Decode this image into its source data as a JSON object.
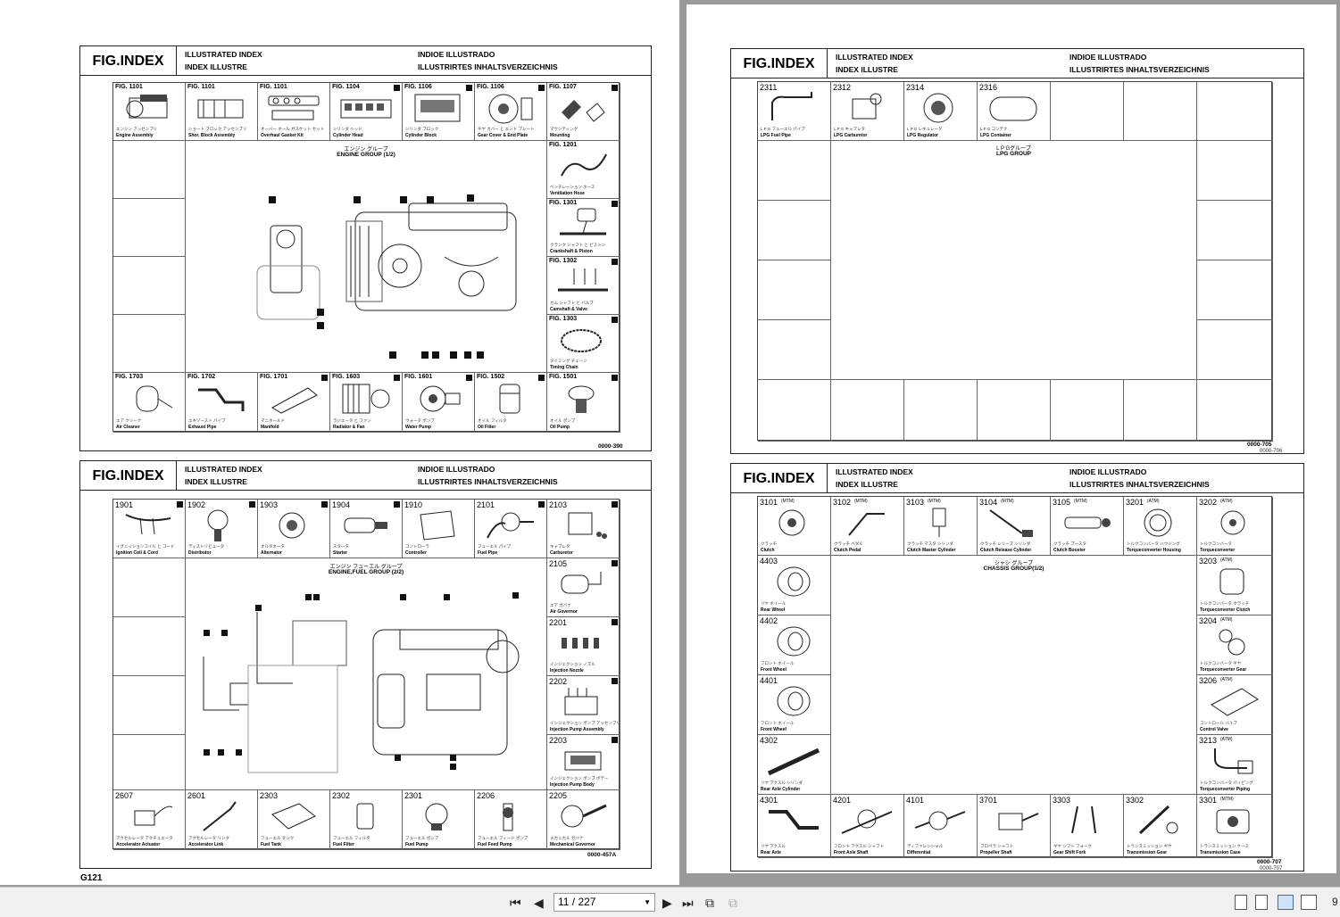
{
  "header": {
    "fig": "FIG.INDEX",
    "l1": "ILLUSTRATED INDEX",
    "l2": "INDEX ILLUSTRE",
    "r1": "INDIOE ILLUSTRADO",
    "r2": "ILLUSTRIRTES INHALTSVERZEICHNIS"
  },
  "sheet1": {
    "top": [
      {
        "num": "FIG. 1101",
        "jp": "エンジン アッセンブリ",
        "en": "Engine Assembly"
      },
      {
        "num": "FIG. 1101",
        "jp": "ショート ブロック アッセンブリ",
        "en": "Shor. Block Assembly"
      },
      {
        "num": "FIG. 1101",
        "jp": "オーバー ホール ガスケット セット",
        "en": "Overhaul Gasket Kit"
      },
      {
        "num": "FIG. 1104",
        "jp": "シリンダ ヘッド",
        "en": "Cylinder Head"
      },
      {
        "num": "FIG. 1106",
        "jp": "シリンダ ブロック",
        "en": "Cylinder Block"
      },
      {
        "num": "FIG. 1106",
        "jp": "ギヤ カバー と エンド プレート",
        "en": "Gear Cover & End Plate"
      },
      {
        "num": "FIG. 1107",
        "jp": "マウンティング",
        "en": "Mounting"
      }
    ],
    "right": [
      {
        "num": "FIG. 1201",
        "jp": "ベンチレーション ホース",
        "en": "Ventilation Hose"
      },
      {
        "num": "FIG. 1301",
        "jp": "クランク シャフト と ピストン",
        "en": "Crankshaft & Piston"
      },
      {
        "num": "FIG. 1302",
        "jp": "カム シャフト と バルブ",
        "en": "Camshaft & Valve"
      },
      {
        "num": "FIG. 1303",
        "jp": "タイミング チェーン",
        "en": "Timing Chain"
      }
    ],
    "bottom": [
      {
        "num": "FIG. 1703",
        "jp": "エア クリーナ",
        "en": "Air Cleaner"
      },
      {
        "num": "FIG. 1702",
        "jp": "エキゾースト パイプ",
        "en": "Exhaust Pipe"
      },
      {
        "num": "FIG. 1701",
        "jp": "マニホールド",
        "en": "Manifold"
      },
      {
        "num": "FIG. 1603",
        "jp": "ラジエータ と ファン",
        "en": "Radiator & Fan"
      },
      {
        "num": "FIG. 1601",
        "jp": "ウォータ ポンプ",
        "en": "Water Pump"
      },
      {
        "num": "FIG. 1502",
        "jp": "オイル フィルタ",
        "en": "Oil Filter"
      },
      {
        "num": "FIG. 1501",
        "jp": "オイル ポンプ",
        "en": "Oil Pump"
      }
    ],
    "center_jp": "エンジン グループ",
    "center_en": "ENGINE GROUP (1/2)",
    "code": "0000-390"
  },
  "sheet2": {
    "top": [
      {
        "num": "1901",
        "jp": "イグニッションコイル と コード",
        "en": "Ignition Coil & Cord"
      },
      {
        "num": "1902",
        "jp": "ディストリビュータ",
        "en": "Distributor"
      },
      {
        "num": "1903",
        "jp": "オルタネータ",
        "en": "Alternator"
      },
      {
        "num": "1904",
        "jp": "スタータ",
        "en": "Starter"
      },
      {
        "num": "1910",
        "jp": "コントローラ",
        "en": "Controller"
      },
      {
        "num": "2101",
        "jp": "フューエル パイプ",
        "en": "Fuel Pipe"
      },
      {
        "num": "2103",
        "jp": "キャブレタ",
        "en": "Carburetor"
      }
    ],
    "right": [
      {
        "num": "2105",
        "jp": "エア ガバナ",
        "en": "Air Governor"
      },
      {
        "num": "2201",
        "jp": "インジェクション ノズル",
        "en": "Injection Nozzle"
      },
      {
        "num": "2202",
        "jp": "インジェクション ポンプ アッセンブリ",
        "en": "Injection Pump Assembly"
      },
      {
        "num": "2203",
        "jp": "インジェクション ポンプ ボデー",
        "en": "Injection Pump Body"
      }
    ],
    "bottom": [
      {
        "num": "2607",
        "jp": "アクセルレータ アクチュエータ",
        "en": "Accelerator Actuator"
      },
      {
        "num": "2601",
        "jp": "アクセルレータ リンク",
        "en": "Accelerator Link"
      },
      {
        "num": "2303",
        "jp": "フューエル タンク",
        "en": "Fuel Tank"
      },
      {
        "num": "2302",
        "jp": "フューエル フィルタ",
        "en": "Fuel Filter"
      },
      {
        "num": "2301",
        "jp": "フューエル ポンプ",
        "en": "Fuel Pump"
      },
      {
        "num": "2206",
        "jp": "フューエル フィード ポンプ",
        "en": "Fuel Feed Pump"
      },
      {
        "num": "2205",
        "jp": "メカニカル ガバナ",
        "en": "Mechanical Governor"
      }
    ],
    "center_jp": "エンジン フューエル グループ",
    "center_en": "ENGINE,FUEL GROUP (2/2)",
    "code": "0000-457A"
  },
  "sheet3": {
    "top": [
      {
        "num": "2311",
        "jp": "L P G フューエル パイプ",
        "en": "LPG Fuel Pipe"
      },
      {
        "num": "2312",
        "jp": "L P G キャブレタ",
        "en": "LPG Carburetor"
      },
      {
        "num": "2314",
        "jp": "L P G レギュレータ",
        "en": "LPG Regulator"
      },
      {
        "num": "2316",
        "jp": "L P G コンテナ",
        "en": "LPG Container"
      }
    ],
    "center_jp": "L P Gグループ",
    "center_en": "LPG GROUP",
    "code": "0000-705",
    "code2": "0000-706"
  },
  "sheet4": {
    "top": [
      {
        "num": "3101",
        "tag": "(MTM)",
        "jp": "クラッチ",
        "en": "Clutch"
      },
      {
        "num": "3102",
        "tag": "(MTM)",
        "jp": "クラッチ ペダル",
        "en": "Clutch Pedal"
      },
      {
        "num": "3103",
        "tag": "(MTM)",
        "jp": "クラッチ マスタ シリンダ",
        "en": "Clutch Master Cylinder"
      },
      {
        "num": "3104",
        "tag": "(MTM)",
        "jp": "クラッチ レリーズ シリンダ",
        "en": "Clutch Release Cylinder"
      },
      {
        "num": "3105",
        "tag": "(MTM)",
        "jp": "クラッチ ブースタ",
        "en": "Clutch Booster"
      },
      {
        "num": "3201",
        "tag": "(ATM)",
        "jp": "トルクコンバータ ハウジング",
        "en": "Torqueconverter Housing"
      },
      {
        "num": "3202",
        "tag": "(ATM)",
        "jp": "トルクコンバータ",
        "en": "Torqueconverter"
      }
    ],
    "left": [
      {
        "num": "4403",
        "jp": "リヤ ホイール",
        "en": "Rear Wheel"
      },
      {
        "num": "4402",
        "jp": "フロント ホイール",
        "en": "Front Wheel"
      },
      {
        "num": "4401",
        "jp": "フロント ホイール",
        "en": "Front Wheel"
      },
      {
        "num": "4302",
        "jp": "リヤ アクスル シリンダ",
        "en": "Rear Axle Cylinder"
      }
    ],
    "right": [
      {
        "num": "3203",
        "tag": "(ATM)",
        "jp": "トルクコンバータ クラッチ",
        "en": "Torqueconverter Clutch"
      },
      {
        "num": "3204",
        "tag": "(ATM)",
        "jp": "トルクコンバータ ギヤ",
        "en": "Torqueconverter Gear"
      },
      {
        "num": "3206",
        "tag": "(ATM)",
        "jp": "コントロール バルブ",
        "en": "Control Valve"
      },
      {
        "num": "3213",
        "tag": "(ATM)",
        "jp": "トルクコンバータ パイピング",
        "en": "Torqueconverter Piping"
      }
    ],
    "bottom": [
      {
        "num": "4301",
        "tag": "",
        "jp": "リヤ アクスル",
        "en": "Rear Axle"
      },
      {
        "num": "4201",
        "tag": "",
        "jp": "フロント アクスル シャフト",
        "en": "Front Axle Shaft"
      },
      {
        "num": "4101",
        "tag": "",
        "jp": "ディファレンシャル",
        "en": "Differential"
      },
      {
        "num": "3701",
        "tag": "",
        "jp": "プロペラ シャフト",
        "en": "Propeller Shaft"
      },
      {
        "num": "3303",
        "tag": "",
        "jp": "ギヤ シフト フォーク",
        "en": "Gear Shift Fork"
      },
      {
        "num": "3302",
        "tag": "",
        "jp": "トランスミッション ギヤ",
        "en": "Transmission Gear"
      },
      {
        "num": "3301",
        "tag": "(MTM)",
        "jp": "トランスミッション ケース",
        "en": "Transmission Case"
      }
    ],
    "center_jp": "シャシ グループ",
    "center_en": "CHASSIS GROUP(1/2)",
    "code": "0000-707",
    "code2": "0000-707"
  },
  "footer_mark": "G121",
  "toolbar": {
    "page_value": "11 / 227",
    "right_edge": "9"
  }
}
